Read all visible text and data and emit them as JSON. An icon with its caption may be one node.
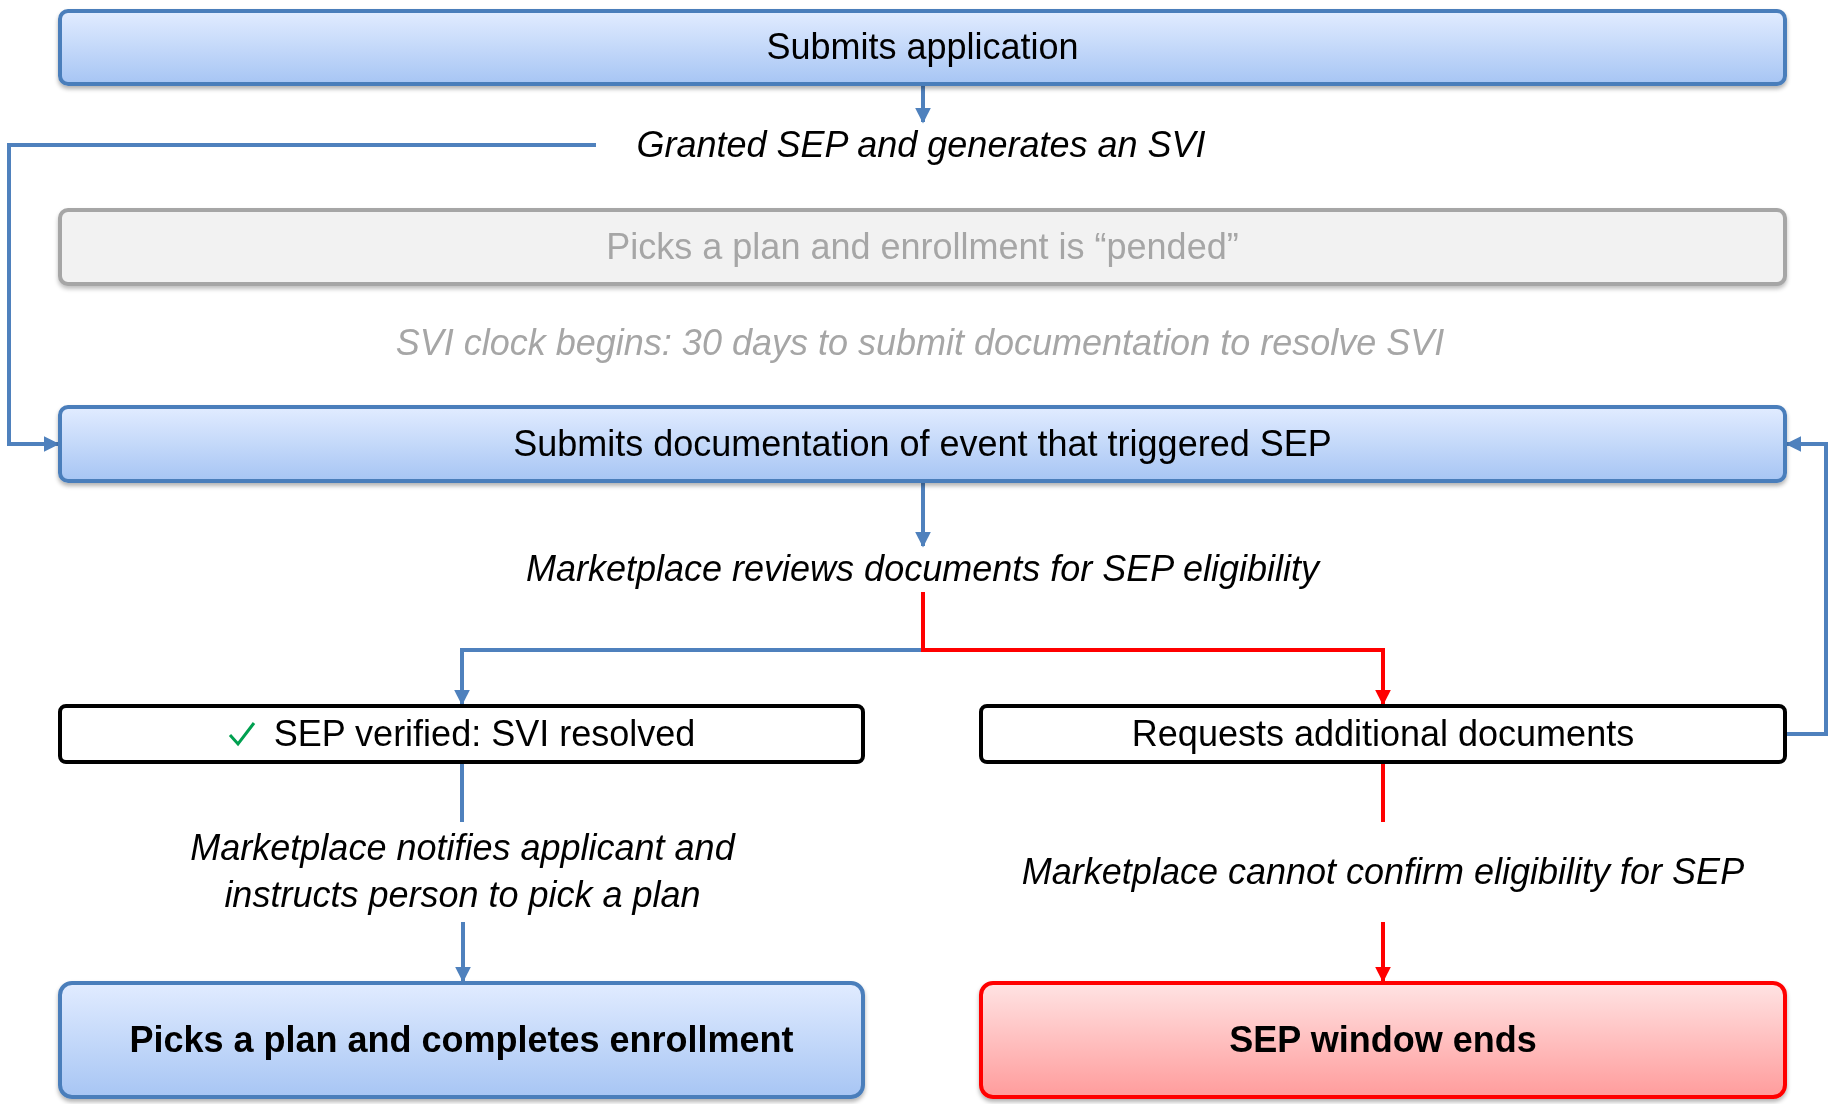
{
  "diagram": {
    "nodes": [
      {
        "text": [
          "Submits application"
        ]
      },
      {
        "text": [
          "Granted SEP and generates an SVI"
        ]
      },
      {
        "text": [
          "Picks a plan and enrollment is “pended”"
        ]
      },
      {
        "text": [
          "SVI clock begins: 30 days to submit documentation to resolve SVI"
        ]
      },
      {
        "text": [
          "Submits documentation of event that triggered SEP"
        ]
      },
      {
        "text": [
          "Marketplace reviews documents for SEP eligibility"
        ]
      },
      {
        "text": [
          "SEP verified: SVI resolved"
        ]
      },
      {
        "text": [
          "Requests additional documents"
        ]
      },
      {
        "text": [
          "Marketplace notifies applicant and instructs person to pick a plan"
        ]
      },
      {
        "text": [
          "Marketplace cannot confirm eligibility for SEP"
        ]
      },
      {
        "text": [
          "Picks a plan and completes enrollment"
        ]
      },
      {
        "text": [
          "SEP window ends"
        ]
      }
    ],
    "edges": [
      {
        "from": 0,
        "to": 1,
        "arrow": "to"
      },
      {
        "from": 1,
        "to": 4,
        "arrow": "to"
      },
      {
        "from": 4,
        "to": 5,
        "arrow": "to"
      },
      {
        "from": 5,
        "to": 6,
        "arrow": "to"
      },
      {
        "from": 5,
        "to": 7,
        "arrow": "to",
        "color": "#ff0000"
      },
      {
        "from": 7,
        "to": 4,
        "arrow": "to"
      },
      {
        "from": 6,
        "to": 8,
        "arrow": "none"
      },
      {
        "from": 8,
        "to": 10,
        "arrow": "to"
      },
      {
        "from": 7,
        "to": 9,
        "arrow": "none",
        "color": "#ff0000"
      },
      {
        "from": 9,
        "to": 11,
        "arrow": "to",
        "color": "#ff0000"
      }
    ]
  }
}
